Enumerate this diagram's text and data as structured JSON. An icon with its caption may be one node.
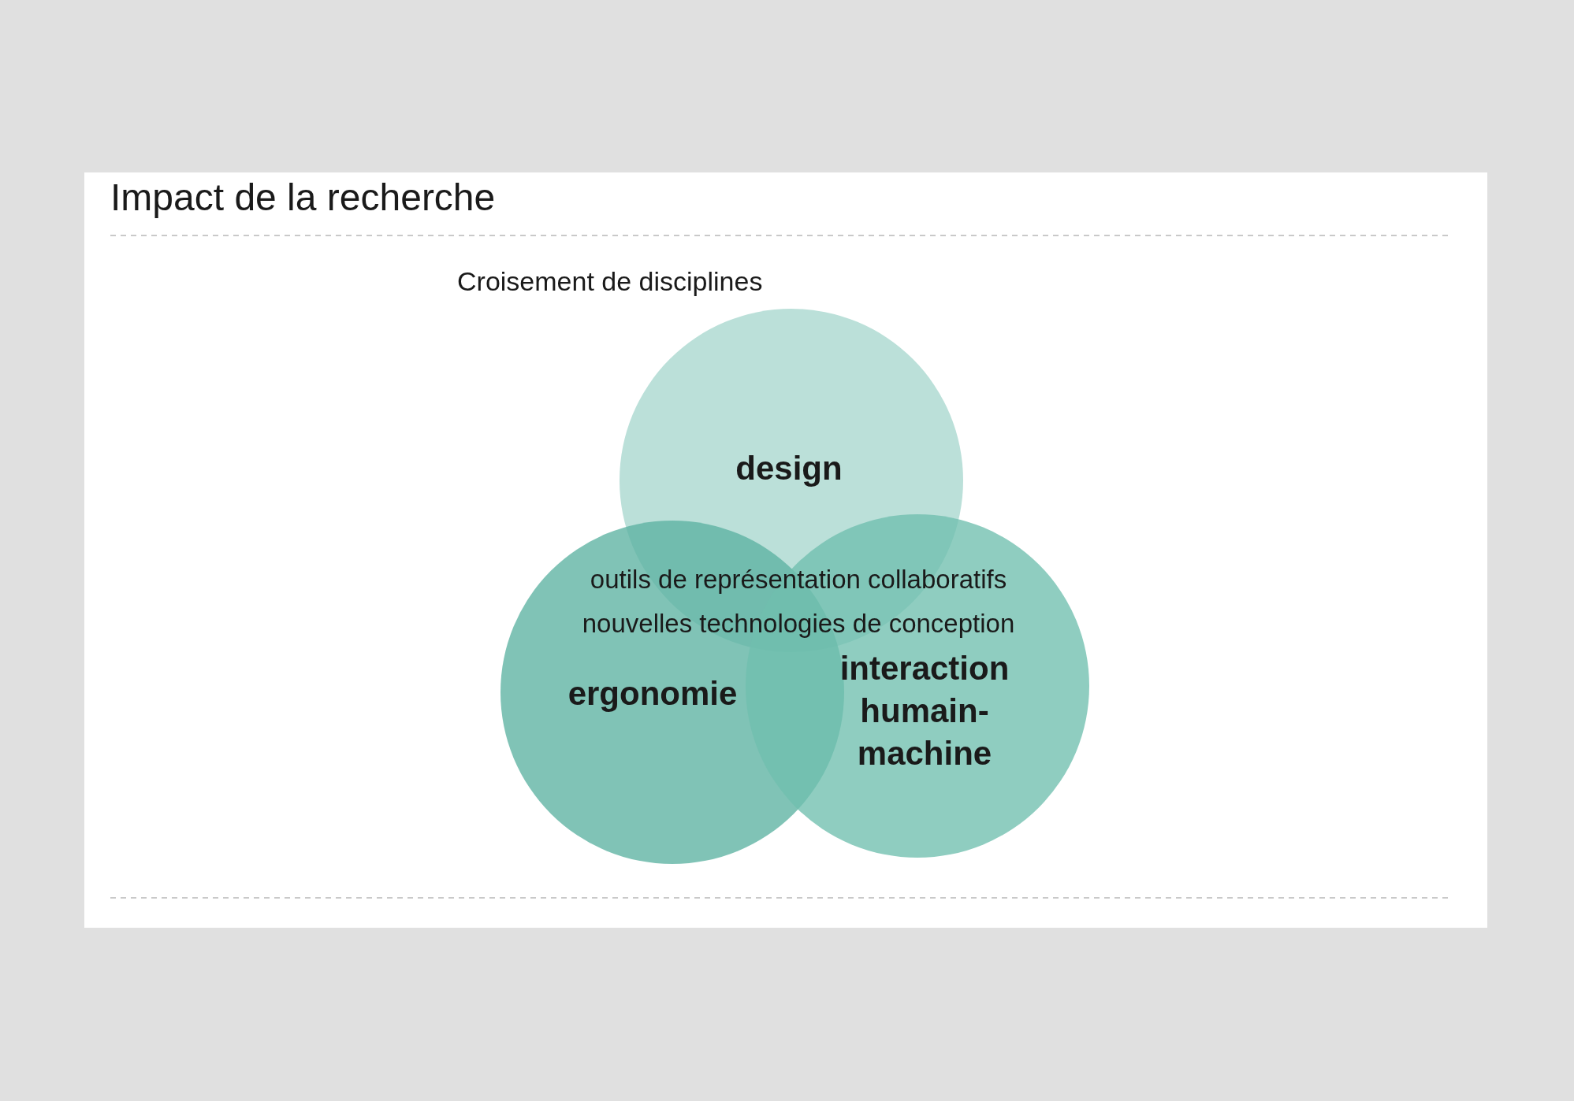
{
  "diagram": {
    "title": "Impact de la recherche",
    "nodes": [
      {
        "text": [
          "design"
        ]
      },
      {
        "text": [
          "ergonomie"
        ]
      },
      {
        "text": [
          "interaction humain-machine"
        ]
      }
    ],
    "labels": [
      "Croisement de disciplines",
      "outils de représentation collaboratifs",
      "nouvelles technologies de conception"
    ]
  }
}
